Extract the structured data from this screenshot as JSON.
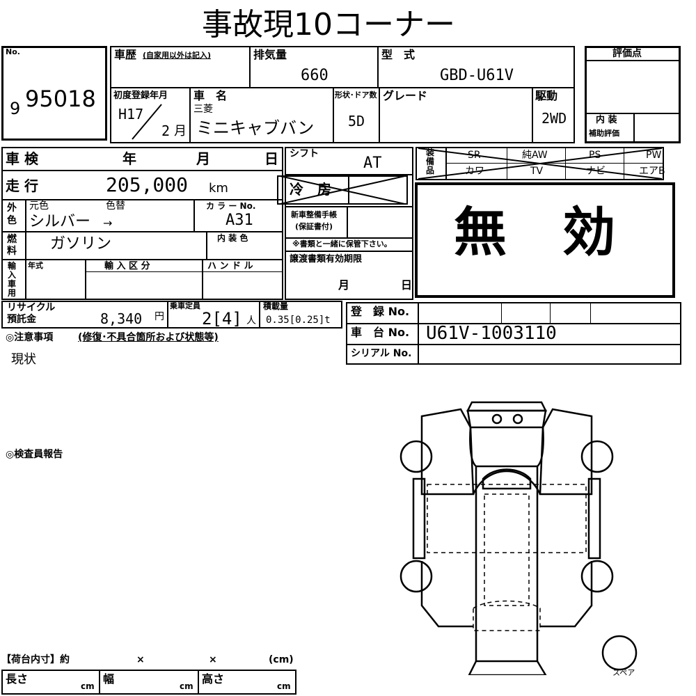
{
  "title": "事故現10コーナー",
  "lot": {
    "label": "No.",
    "lead_digit": "9",
    "number": "95018"
  },
  "history": {
    "label": "車歴",
    "sub": "(自家用以外は記入)"
  },
  "displacement": {
    "label": "排気量",
    "value": "660"
  },
  "model": {
    "label": "型　式",
    "value": "GBD-U61V"
  },
  "rating": {
    "label": "評価点",
    "interior_label_1": "内 装",
    "interior_label_2": "補助評価"
  },
  "first_reg": {
    "label": "初度登録年月",
    "era_year": "H17",
    "month": "2",
    "month_unit": "月"
  },
  "car_name": {
    "label": "車　名",
    "maker": "三菱",
    "name": "ミニキャブバン"
  },
  "body": {
    "label": "形状･ドア数",
    "value": "5D"
  },
  "grade": {
    "label": "グレード"
  },
  "drive": {
    "label": "駆動",
    "value": "2WD"
  },
  "inspection": {
    "label": "車 検",
    "year": "年",
    "month": "月",
    "day": "日"
  },
  "shift": {
    "label": "シフト",
    "value": "AT"
  },
  "cooler": {
    "label": "冷　房"
  },
  "equipment": {
    "label": "装備品",
    "row1": [
      "SR",
      "純AW",
      "PS",
      "PW"
    ],
    "row2": [
      "カワ",
      "TV",
      "ナビ",
      "エアB"
    ]
  },
  "mileage": {
    "label": "走 行",
    "value": "205,000",
    "unit": "km"
  },
  "void_stamp": "無　効",
  "color": {
    "label": "外色",
    "orig_label": "元色",
    "change_label": "色替",
    "value": "シルバー",
    "arrow": "→",
    "code_label": "カ ラ ー No.",
    "code": "A31",
    "interior_label": "内 装 色"
  },
  "manual": {
    "label_1": "新車整備手帳",
    "label_2": "(保証書付)",
    "note": "※書類と一緒に保管下さい。"
  },
  "fuel": {
    "label": "燃料",
    "value": "ガソリン"
  },
  "import": {
    "label": "輸入車用",
    "year_label": "年式",
    "class_label": "輸 入 区 分",
    "handle_label": "ハ ン ド ル"
  },
  "docs": {
    "label": "譲渡書類有効期限",
    "month": "月",
    "day": "日"
  },
  "recycle": {
    "label_1": "リサイクル",
    "label_2": "預託金",
    "value": "8,340",
    "unit": "円"
  },
  "capacity": {
    "label": "乗車定員",
    "value": "2[4]",
    "unit": "人"
  },
  "load": {
    "label": "積載量",
    "value": "0.35[0.25]t"
  },
  "registration": {
    "label": "登　録 No."
  },
  "chassis": {
    "label": "車　台 No.",
    "value": "U61V-1003110"
  },
  "serial": {
    "label": "シリアル No."
  },
  "notes": {
    "label": "◎注意事項",
    "sub": "(修復･不具合箇所および状態等)",
    "value": "現状"
  },
  "inspector": {
    "label": "◎検査員報告"
  },
  "cargo": {
    "label": "【荷台内寸】約",
    "times": "×",
    "unit": "(cm)",
    "length_label": "長さ",
    "width_label": "幅",
    "height_label": "高さ",
    "cm": "cm"
  },
  "spare_label": "スペア"
}
